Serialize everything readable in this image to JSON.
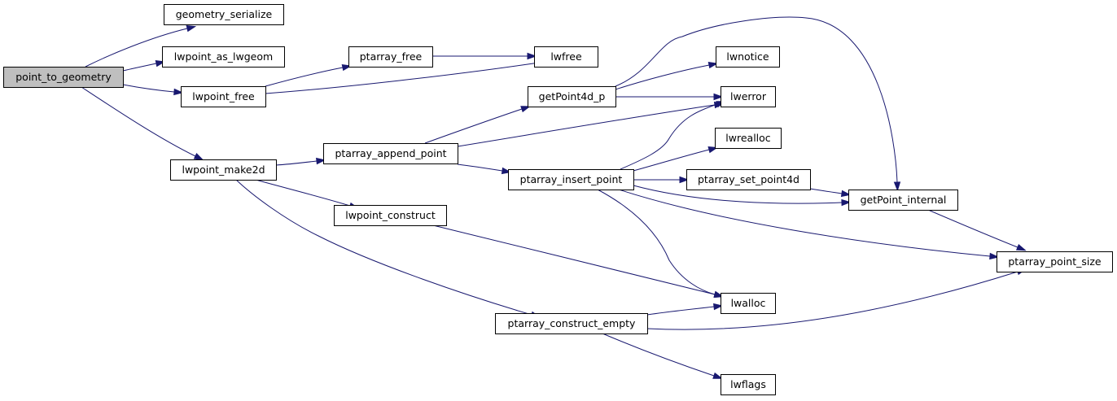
{
  "graph": {
    "root": "point_to_geometry",
    "colors": {
      "edge": "#191970",
      "root_fill": "#bfbfbf",
      "node_fill": "#ffffff",
      "node_border": "#000000"
    },
    "nodes": {
      "point_to_geometry": "point_to_geometry",
      "geometry_serialize": "geometry_serialize",
      "lwpoint_as_lwgeom": "lwpoint_as_lwgeom",
      "lwpoint_free": "lwpoint_free",
      "lwpoint_make2d": "lwpoint_make2d",
      "ptarray_free": "ptarray_free",
      "lwfree": "lwfree",
      "ptarray_append_point": "ptarray_append_point",
      "lwpoint_construct": "lwpoint_construct",
      "ptarray_construct_empty": "ptarray_construct_empty",
      "getPoint4d_p": "getPoint4d_p",
      "ptarray_insert_point": "ptarray_insert_point",
      "lwnotice": "lwnotice",
      "lwerror": "lwerror",
      "lwrealloc": "lwrealloc",
      "ptarray_set_point4d": "ptarray_set_point4d",
      "getPoint_internal": "getPoint_internal",
      "ptarray_point_size": "ptarray_point_size",
      "lwalloc": "lwalloc",
      "lwflags": "lwflags"
    },
    "edges": [
      [
        "point_to_geometry",
        "geometry_serialize"
      ],
      [
        "point_to_geometry",
        "lwpoint_as_lwgeom"
      ],
      [
        "point_to_geometry",
        "lwpoint_free"
      ],
      [
        "point_to_geometry",
        "lwpoint_make2d"
      ],
      [
        "lwpoint_free",
        "ptarray_free"
      ],
      [
        "lwpoint_free",
        "lwfree"
      ],
      [
        "ptarray_free",
        "lwfree"
      ],
      [
        "lwpoint_make2d",
        "ptarray_append_point"
      ],
      [
        "lwpoint_make2d",
        "lwpoint_construct"
      ],
      [
        "lwpoint_make2d",
        "ptarray_construct_empty"
      ],
      [
        "ptarray_append_point",
        "getPoint4d_p"
      ],
      [
        "ptarray_append_point",
        "lwerror"
      ],
      [
        "ptarray_append_point",
        "ptarray_insert_point"
      ],
      [
        "getPoint4d_p",
        "lwnotice"
      ],
      [
        "getPoint4d_p",
        "lwerror"
      ],
      [
        "getPoint4d_p",
        "getPoint_internal"
      ],
      [
        "ptarray_insert_point",
        "lwerror"
      ],
      [
        "ptarray_insert_point",
        "lwrealloc"
      ],
      [
        "ptarray_insert_point",
        "ptarray_set_point4d"
      ],
      [
        "ptarray_insert_point",
        "getPoint_internal"
      ],
      [
        "ptarray_insert_point",
        "ptarray_point_size"
      ],
      [
        "ptarray_insert_point",
        "lwalloc"
      ],
      [
        "ptarray_set_point4d",
        "getPoint_internal"
      ],
      [
        "getPoint_internal",
        "ptarray_point_size"
      ],
      [
        "lwpoint_construct",
        "lwalloc"
      ],
      [
        "ptarray_construct_empty",
        "lwalloc"
      ],
      [
        "ptarray_construct_empty",
        "ptarray_point_size"
      ],
      [
        "ptarray_construct_empty",
        "lwflags"
      ]
    ]
  }
}
